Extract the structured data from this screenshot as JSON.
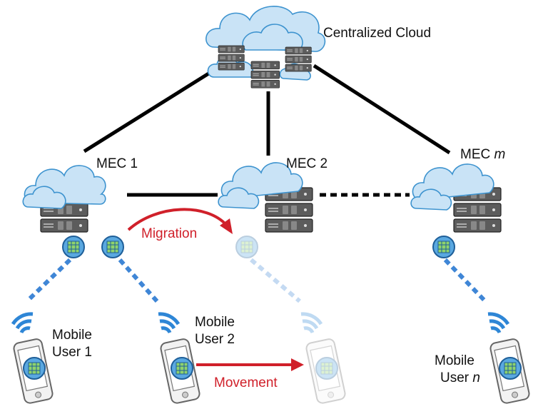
{
  "labels": {
    "cloud": "Centralized Cloud",
    "mec1": "MEC 1",
    "mec2": "MEC 2",
    "mecm_prefix": "MEC ",
    "mecm_var": "m",
    "migration": "Migration",
    "movement": "Movement",
    "user1_line1": "Mobile",
    "user1_line2": "User 1",
    "user2_line1": "Mobile",
    "user2_line2": "User 2",
    "usern_line1": "Mobile",
    "usern_line2_prefix": "User ",
    "usern_var": "n"
  },
  "colors": {
    "link": "#000000",
    "wireless": "#3f86d6",
    "arrow": "#d0202a",
    "cloud_fill": "#c9e3f6",
    "cloud_stroke": "#3d93cf"
  },
  "icons": {
    "cloud_datacenter": "cloud-server-icon",
    "mec_node": "edge-server-icon",
    "vm": "service-chip-icon",
    "phone": "smartphone-icon",
    "wifi": "wifi-signal-icon"
  }
}
